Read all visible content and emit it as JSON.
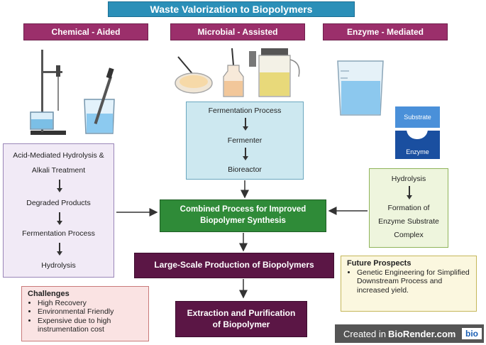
{
  "title": "Waste Valorization to Biopolymers",
  "categories": [
    "Chemical - Aided",
    "Microbial - Assisted",
    "Enzyme - Mediated"
  ],
  "chemical_steps": [
    "Acid-Mediated Hydrolysis &",
    "Alkali Treatment",
    "Degraded Products",
    "Fermentation Process",
    "Hydrolysis"
  ],
  "microbial_steps": [
    "Fermentation Process",
    "Fermenter",
    "Bioreactor"
  ],
  "enzyme_steps": [
    "Hydrolysis",
    "Formation of",
    "Enzyme Substrate",
    "Complex"
  ],
  "substrate_label": "Substrate",
  "enzyme_label": "Enzyme",
  "combined_line1": "Combined Process for Improved",
  "combined_line2": "Biopolymer Synthesis",
  "large_scale": "Large-Scale Production of Biopolymers",
  "extraction_line1": "Extraction and Purification",
  "extraction_line2": "of Biopolymer",
  "challenges": {
    "heading": "Challenges",
    "items": [
      "High Recovery",
      "Environmental Friendly",
      "Expensive due to high instrumentation cost"
    ]
  },
  "future": {
    "heading": "Future Prospects",
    "items": [
      "Genetic Engineering for Simplified Downstream Process and increased yield."
    ]
  },
  "credit_prefix": "Created in ",
  "credit_brand": "BioRender.com",
  "credit_logo": "bio",
  "colors": {
    "title": "#2b8fb8",
    "category": "#9b2f6b",
    "combined": "#2f8b38",
    "production": "#5b1645"
  }
}
